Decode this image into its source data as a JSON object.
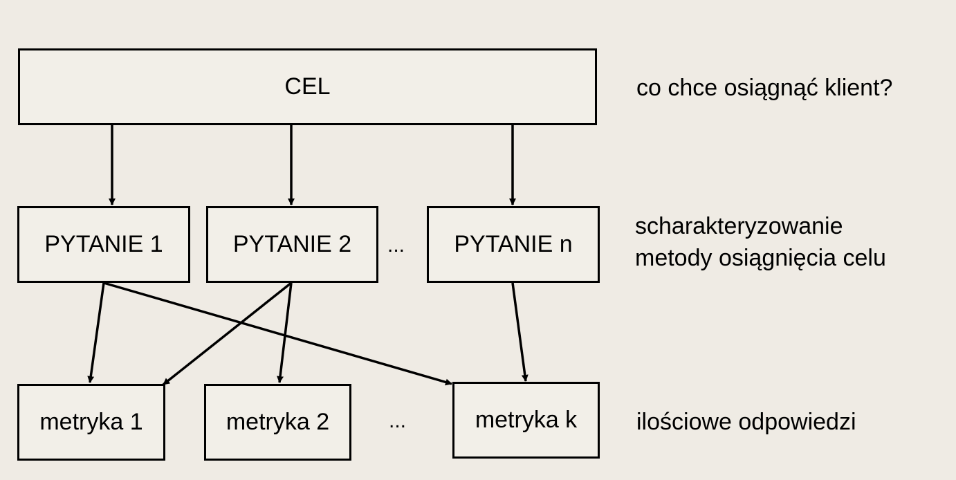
{
  "goal": "CEL",
  "questions": [
    "PYTANIE 1",
    "PYTANIE 2",
    "PYTANIE n"
  ],
  "metrics": [
    "metryka 1",
    "metryka 2",
    "metryka k"
  ],
  "ellipsis": "...",
  "descriptions": {
    "goal": "co chce osiągnąć klient?",
    "questions_line1": "scharakteryzowanie",
    "questions_line2": "metody osiągnięcia celu",
    "metrics": "ilościowe odpowiedzi"
  }
}
